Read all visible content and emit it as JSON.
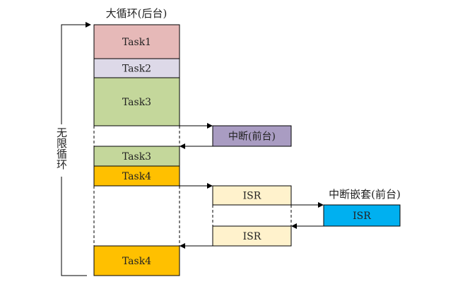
{
  "title_background": "大循环(后台)",
  "title_nested": "中断嵌套(前台)",
  "loop_label": "无限循环",
  "blocks": {
    "task1": {
      "label": "Task1",
      "color": "#e6b9b8"
    },
    "task2": {
      "label": "Task2",
      "color": "#ddd9e8"
    },
    "task3a": {
      "label": "Task3",
      "color": "#c4d79b"
    },
    "interrupt": {
      "label": "中断(前台)",
      "color": "#a99cc2"
    },
    "task3b": {
      "label": "Task3",
      "color": "#c4d79b"
    },
    "task4a": {
      "label": "Task4",
      "color": "#ffc000"
    },
    "isr1": {
      "label": "ISR",
      "color": "#fff2cc"
    },
    "isr_nested": {
      "label": "ISR",
      "color": "#00b0f0"
    },
    "isr2": {
      "label": "ISR",
      "color": "#fff2cc"
    },
    "task4b": {
      "label": "Task4",
      "color": "#ffc000"
    }
  }
}
